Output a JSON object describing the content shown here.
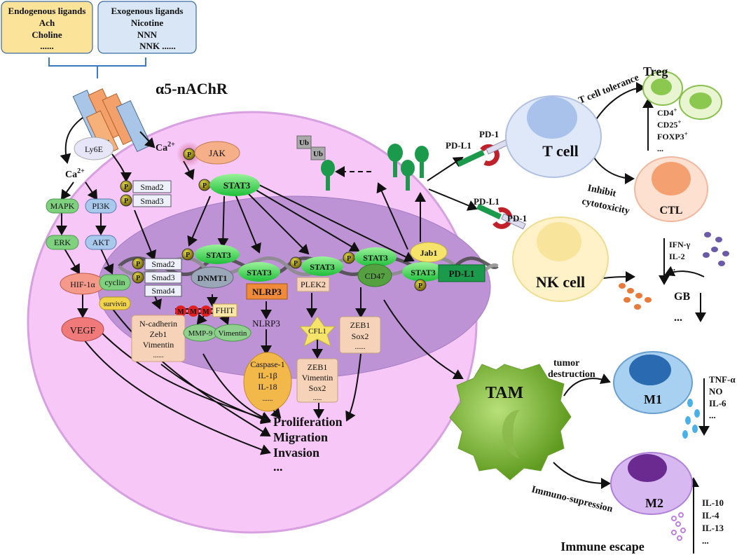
{
  "ligands": {
    "endogenous": {
      "title": "Endogenous ligands",
      "items": [
        "Ach",
        "Choline",
        "......"
      ]
    },
    "exogenous": {
      "title": "Exogenous ligands",
      "items": [
        "Nicotine",
        "NNN",
        "NNK  ......"
      ]
    }
  },
  "receptor": {
    "label": "α5-nAChR"
  },
  "cytoplasm": {
    "ly6e": "Ly6E",
    "ca_left": "Ca",
    "ca_right": "Ca",
    "ca_sup": "2+",
    "mapk": "MAPK",
    "pi3k": "PI3K",
    "erk": "ERK",
    "akt": "AKT",
    "hif": "HIF-1α",
    "cyclin": "cyclin",
    "survivin": "survivin",
    "vegf": "VEGF",
    "jak": "JAK",
    "stat3": "STAT3",
    "smad2": "Smad2",
    "smad3": "Smad3",
    "p": "P",
    "ub": "Ub"
  },
  "nucleus": {
    "smad2": "Smad2",
    "smad3": "Smad3",
    "smad4": "Smad4",
    "stat3": "STAT3",
    "dnmt1": "DNMT1",
    "m": "M",
    "fhit": "FHIT",
    "nlrp3": "NLRP3",
    "plek2": "PLEK2",
    "cd47": "CD47",
    "jab1": "Jab1",
    "pdl1": "PD-L1",
    "emt_box": [
      "N-cadherin",
      "Zeb1",
      "Vimentin",
      "......"
    ],
    "mmp9": "MMP-9",
    "vimentin": "Vimentin",
    "nlrp3_out": "NLRP3",
    "caspase_box": [
      "Caspase-1",
      "IL-1β",
      "IL-18",
      "......"
    ],
    "cfl1": "CFL1",
    "zeb_box2": [
      "ZEB1",
      "Vimentin",
      "Sox2",
      "....."
    ],
    "zeb_box1": [
      "ZEB1",
      "Sox2",
      "......"
    ]
  },
  "outcomes": [
    "Proliferation",
    "Migration",
    "Invasion",
    "..."
  ],
  "immune": {
    "pdl1": "PD-L1",
    "pd1": "PD-1",
    "tcell": "T cell",
    "tolerance": "T cell tolerance",
    "treg": "Treg",
    "treg_markers": [
      "CD4",
      "CD25",
      "FOXP3",
      "..."
    ],
    "treg_sup": "+",
    "inhibit": [
      "Inhibit",
      "cytotoxicity"
    ],
    "ctl": "CTL",
    "nkcell": "NK cell",
    "ifn": [
      "IFN-γ",
      "IL-2",
      "..."
    ],
    "gb": [
      "GB",
      "..."
    ],
    "tam": "TAM",
    "tumor_destruction": [
      "tumor",
      "destruction"
    ],
    "m1": "M1",
    "m1_markers": [
      "TNF-α",
      "NO",
      "IL-6",
      "..."
    ],
    "immuno_supression": "Immuno-supression",
    "m2": "M2",
    "m2_markers": [
      "IL-10",
      "IL-4",
      "IL-13",
      "..."
    ],
    "immune_escape": "Immune escape"
  }
}
